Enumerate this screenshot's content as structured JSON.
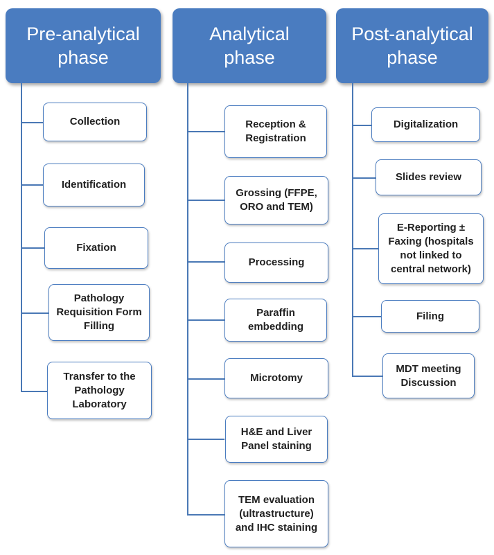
{
  "columns": [
    {
      "title_line1": "Pre-analytical",
      "title_line2": "phase",
      "steps": [
        "Collection",
        "Identification",
        "Fixation",
        "Pathology\nRequisition Form\nFilling",
        "Transfer to the\nPathology\nLaboratory"
      ]
    },
    {
      "title_line1": "Analytical",
      "title_line2": "phase",
      "steps": [
        "Reception &\nRegistration",
        "Grossing (FFPE,\nORO and TEM)",
        "Processing",
        "Paraffin\nembedding",
        "Microtomy",
        "H&E and Liver\nPanel staining",
        "TEM evaluation\n(ultrastructure)\nand IHC staining"
      ]
    },
    {
      "title_line1": "Post-analytical",
      "title_line2": "phase",
      "steps": [
        "Digitalization",
        "Slides review",
        "E-Reporting ±\nFaxing (hospitals\nnot linked to\ncentral network)",
        "Filing",
        "MDT meeting\nDiscussion"
      ]
    }
  ],
  "colors": {
    "header_fill": "#4a7cc0",
    "connector": "#4a78b5",
    "box_border": "#4a7cc0"
  }
}
